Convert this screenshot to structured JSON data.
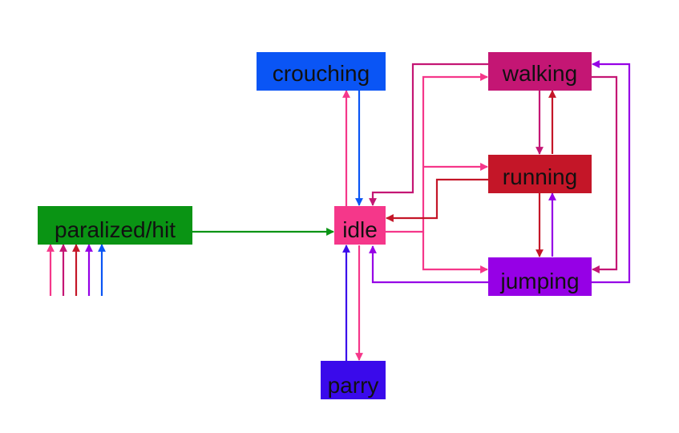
{
  "states": {
    "crouching": {
      "label": "crouching",
      "color": "#0a55f5"
    },
    "walking": {
      "label": "walking",
      "color": "#c41674"
    },
    "running": {
      "label": "running",
      "color": "#c41628"
    },
    "paralized_hit": {
      "label": "paralized/hit",
      "color": "#0a9414"
    },
    "idle": {
      "label": "idle",
      "color": "#f5378a"
    },
    "jumping": {
      "label": "jumping",
      "color": "#9600e6"
    },
    "parry": {
      "label": "parry",
      "color": "#3a0aeb"
    }
  },
  "colors": {
    "pink": "#f5378a",
    "magenta": "#c41674",
    "crimson": "#c41628",
    "violet": "#9600e6",
    "blue": "#0a55f5",
    "indigo": "#3a0aeb",
    "green": "#0a9414"
  }
}
